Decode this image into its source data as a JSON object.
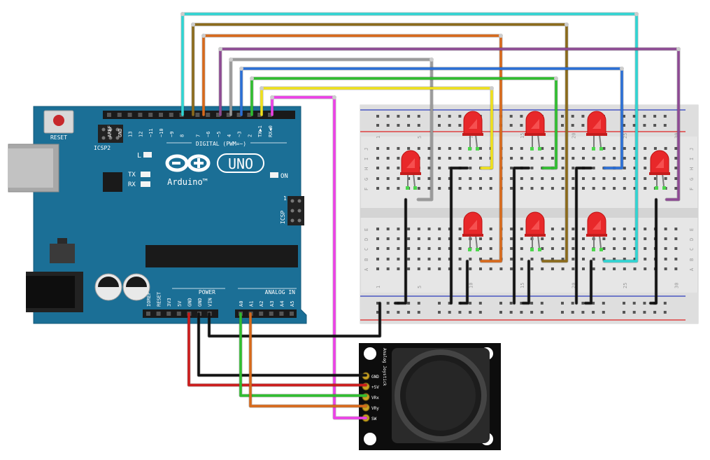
{
  "arduino": {
    "reset_label": "RESET",
    "icsp2_label": "ICSP2",
    "icsp_label": "ICSP",
    "icsp_pin1": "1",
    "digital_label": "DIGITAL (PWM=~)",
    "digital_pins": [
      "AREF",
      "GND",
      "13",
      "12",
      "~11",
      "~10",
      "~9",
      "8",
      "7",
      "~6",
      "~5",
      "4",
      "~3",
      "2",
      "TX▶1",
      "RX◀0"
    ],
    "l_label": "L",
    "tx_label": "TX",
    "rx_label": "RX",
    "on_label": "ON",
    "logo_text": "UNO",
    "brand_text": "Arduino™",
    "power_label": "POWER",
    "analog_label": "ANALOG IN",
    "power_pins": [
      "IOREF",
      "RESET",
      "3V3",
      "5V",
      "GND",
      "GND",
      "VIN"
    ],
    "analog_pins": [
      "A0",
      "A1",
      "A2",
      "A3",
      "A4",
      "A5"
    ]
  },
  "joystick": {
    "title": "Analog Joystick",
    "pins": [
      "GND",
      "+5V",
      "VRx",
      "VRy",
      "SW"
    ]
  },
  "breadboard": {
    "col_numbers": [
      "1",
      "5",
      "10",
      "15",
      "20",
      "25",
      "30"
    ],
    "row_letters_top": [
      "J",
      "I",
      "H",
      "G",
      "F"
    ],
    "row_letters_bottom": [
      "E",
      "D",
      "C",
      "B",
      "A"
    ]
  },
  "colors": {
    "board": "#1b6f96",
    "cyan_wire": "#2fd6d4",
    "brown_wire": "#8b6a1a",
    "orange_wire": "#d7691a",
    "purple_wire": "#8e4a94",
    "gray_wire": "#9a9a9a",
    "blue_wire": "#2a6fd6",
    "green_wire": "#2fbe2f",
    "yellow_wire": "#f0e21a",
    "magenta_wire": "#ee3fe8",
    "red_wire": "#cc1a1a",
    "black_wire": "#111111",
    "led_red": "#e8282a"
  }
}
